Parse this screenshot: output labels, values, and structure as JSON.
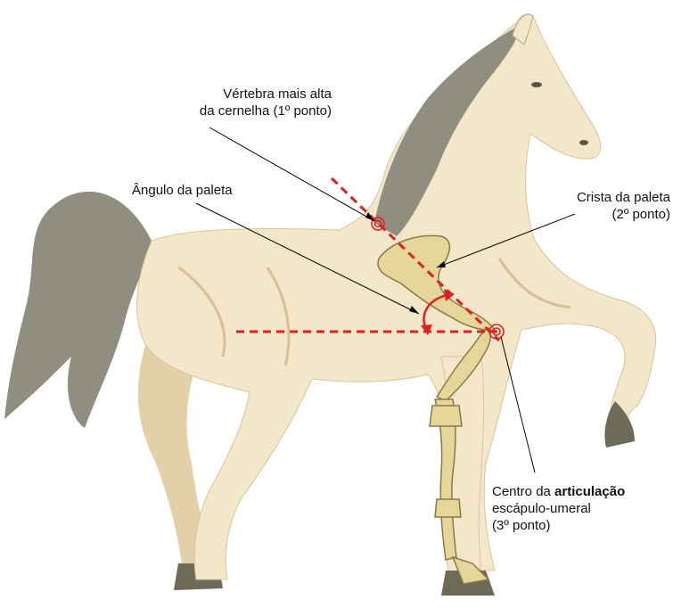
{
  "labels": {
    "vertebra_line1": "Vértebra mais alta",
    "vertebra_line2": "da cernelha (1º ponto)",
    "angulo": "Ângulo da paleta",
    "crista_line1": "Crista da paleta",
    "crista_line2": "(2º ponto)",
    "centro_line1_a": "Centro da ",
    "centro_line1_b": "articulação",
    "centro_line2": "escápulo-umeral",
    "centro_line3": "(3º ponto)"
  },
  "colors": {
    "body": "#f3e6c9",
    "body_shade": "#e3d0a8",
    "mane": "#8f8e80",
    "hoof": "#6e6a58",
    "bone": "#e6d69a",
    "bone_edge": "#8b7a45",
    "marker": "#e02020",
    "leader": "#000000"
  }
}
